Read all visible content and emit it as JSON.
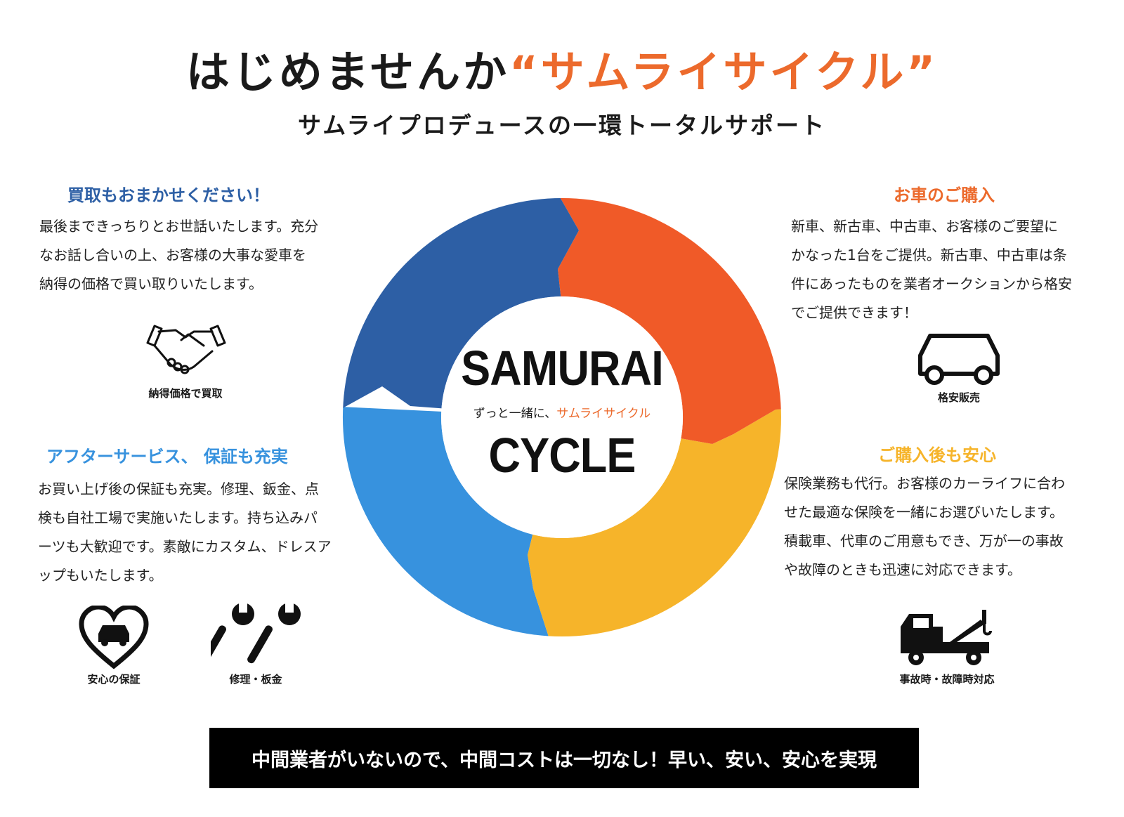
{
  "header": {
    "title_main": "はじめませんか",
    "title_accent": "“サムライサイクル”",
    "subtitle": "サムライプロデュースの一環トータルサポート"
  },
  "center": {
    "line1": "SAMURAI",
    "tagline_prefix": "ずっと一緒に、",
    "tagline_accent": "サムライサイクル",
    "line2": "CYCLE"
  },
  "sections": {
    "buyback": {
      "title": "買取もおまかせください！",
      "body": [
        "最後まできっちりとお世話いたします。充分",
        "なお話し合いの上、お客様の大事な愛車を",
        "納得の価格で買い取りいたします。"
      ],
      "icon_label": "納得価格で買取"
    },
    "purchase": {
      "title": "お車のご購入",
      "body": [
        "新車、新古車、中古車、お客様のご要望に",
        "かなった1台をご提供。新古車、中古車は条",
        "件にあったものを業者オークションから格安",
        "でご提供できます！"
      ],
      "icon_label": "格安販売"
    },
    "after_service": {
      "title": "アフターサービス、 保証も充実",
      "body": [
        "お買い上げ後の保証も充実。修理、鈑金、点",
        "検も自社工場で実施いたします。持ち込みパ",
        "ーツも大歓迎です。素敵にカスタム、ドレスア",
        "ップもいたします。"
      ],
      "icon_labels": [
        "安心の保証",
        "修理・板金"
      ]
    },
    "aftercare": {
      "title": "ご購入後も安心",
      "body": [
        "保険業務も代行。お客様のカーライフに合わ",
        "せた最適な保険を一緒にお選びいたします。",
        "積載車、代車のご用意もでき、万が一の事故",
        "や故障のときも迅速に対応できます。"
      ],
      "icon_label": "事故時・故障時対応"
    }
  },
  "banner": {
    "text": "中間業者がいないので、中間コストは一切なし！早い、安い、安心を実現"
  },
  "colors": {
    "accent_orange": "#ec6a2c",
    "cycle_dark_blue": "#2d5fa5",
    "cycle_orange": "#f05a28",
    "cycle_yellow": "#f6b42a",
    "cycle_light_blue": "#3792de"
  },
  "icons": [
    "handshake-icon",
    "car-icon",
    "heart-car-icon",
    "wrenches-icon",
    "tow-truck-icon"
  ]
}
